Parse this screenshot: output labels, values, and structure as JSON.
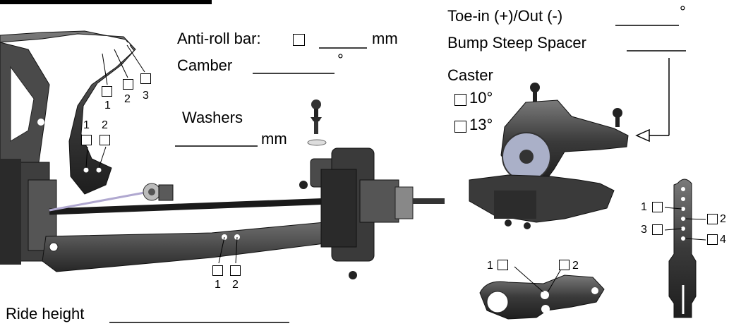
{
  "labels": {
    "anti_roll_bar": "Anti-roll bar:",
    "anti_roll_unit": "mm",
    "camber": "Camber",
    "camber_unit": "°",
    "washers": "Washers",
    "washers_unit": "mm",
    "toe": "Toe-in (+)/Out (-)",
    "toe_unit": "°",
    "bump_steer": "Bump Steep Spacer",
    "caster": "Caster",
    "caster_10": "10°",
    "caster_13": "13°",
    "ride_height": "Ride height"
  },
  "numbers": {
    "tower_1": "1",
    "tower_2": "2",
    "tower_3": "3",
    "upper_1": "1",
    "upper_2": "2",
    "arm_1": "1",
    "arm_2": "2",
    "post_1": "1",
    "post_2": "2",
    "post_3": "3",
    "post_4": "4",
    "link_1": "1",
    "link_2": "2"
  }
}
